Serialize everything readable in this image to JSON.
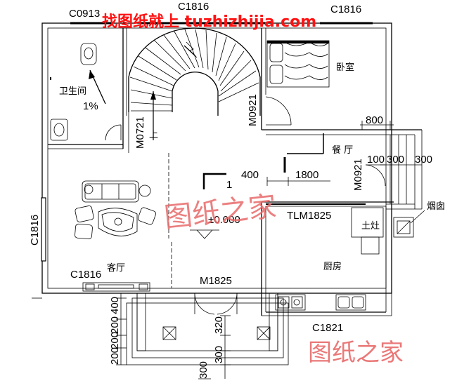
{
  "watermarks": {
    "top": "找图纸就上 tuzhizhijia.com",
    "middle": "图纸之家",
    "bottom": "图纸之家"
  },
  "window_labels": {
    "c0913": "C0913",
    "c1816_top": "C1816",
    "c1816_top_right": "C1816",
    "c1816_left": "C1816",
    "c1816_living": "C1816",
    "c1821": "C1821"
  },
  "door_labels": {
    "m0721": "M0721",
    "m0921_bed": "M0921",
    "m0921_dining": "M0921",
    "tlm1825": "TLM1825",
    "m1825": "M1825"
  },
  "rooms": {
    "bathroom": "卫生间",
    "bedroom": "卧室",
    "dining": "餐 厅",
    "living": "客厅",
    "kitchen": "厨房",
    "stove": "土灶",
    "chimney": "烟囱",
    "stair_up": "上"
  },
  "annotations": {
    "slope": "1%",
    "elevation": "±0.000",
    "section_mark": "1"
  },
  "dimensions": {
    "d800": "800",
    "d100": "100",
    "d300a": "300",
    "d300b": "300",
    "d400_mid": "400",
    "d1800": "1800",
    "d400_porch": "400",
    "d200_a": "200",
    "d200_b": "200",
    "d200_c": "200",
    "d320": "320",
    "d300_c": "300",
    "d300_d": "300"
  }
}
